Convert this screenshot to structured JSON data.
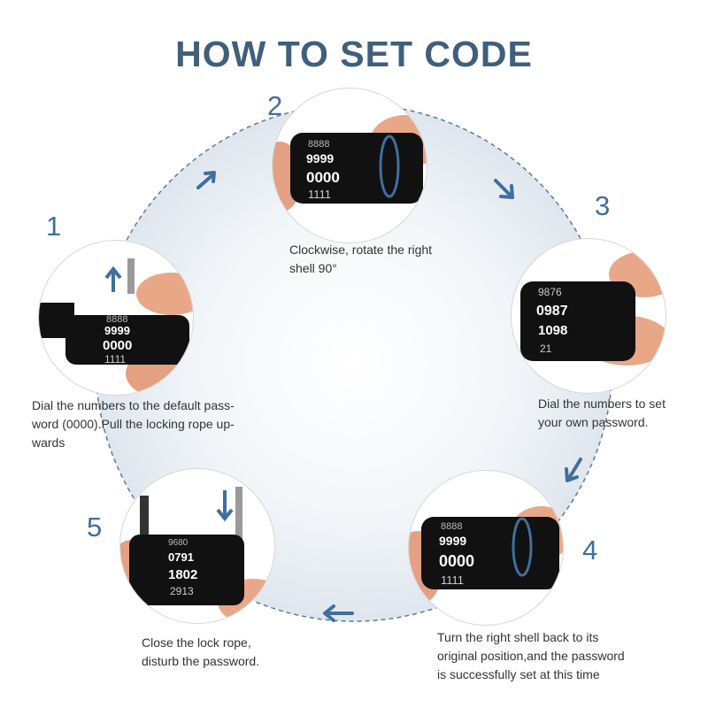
{
  "title": "HOW TO SET CODE",
  "colors": {
    "title": "#3f5f7c",
    "accent": "#3f6f9e",
    "lock_body": "#111111",
    "skin": "#e8a888"
  },
  "steps": [
    {
      "number": "1",
      "caption": [
        "Dial the numbers to the default pass-",
        "word (0000).Pull the locking rope up-",
        "wards"
      ],
      "rings": [
        "8888",
        "9999",
        "0000",
        "1111"
      ],
      "icon": "arrow-up-icon"
    },
    {
      "number": "2",
      "caption": [
        "Clockwise, rotate the right",
        "shell 90°"
      ],
      "rings": [
        "8888",
        "9999",
        "0000",
        "1111"
      ],
      "icon": "rotate-clockwise-icon"
    },
    {
      "number": "3",
      "caption": [
        "Dial the numbers to set",
        "your own password."
      ],
      "rings": [
        "9876",
        "0987",
        "1098",
        "21"
      ],
      "icon": ""
    },
    {
      "number": "4",
      "caption": [
        "Turn the right shell back to its",
        "original position,and the password",
        "is successfully set at this time"
      ],
      "rings": [
        "8888",
        "9999",
        "0000",
        "1111"
      ],
      "icon": "rotate-back-icon"
    },
    {
      "number": "5",
      "caption": [
        "Close the lock rope,",
        "disturb the password."
      ],
      "rings": [
        "9680",
        "0791",
        "1802",
        "2913"
      ],
      "icon": "arrow-down-icon"
    }
  ]
}
